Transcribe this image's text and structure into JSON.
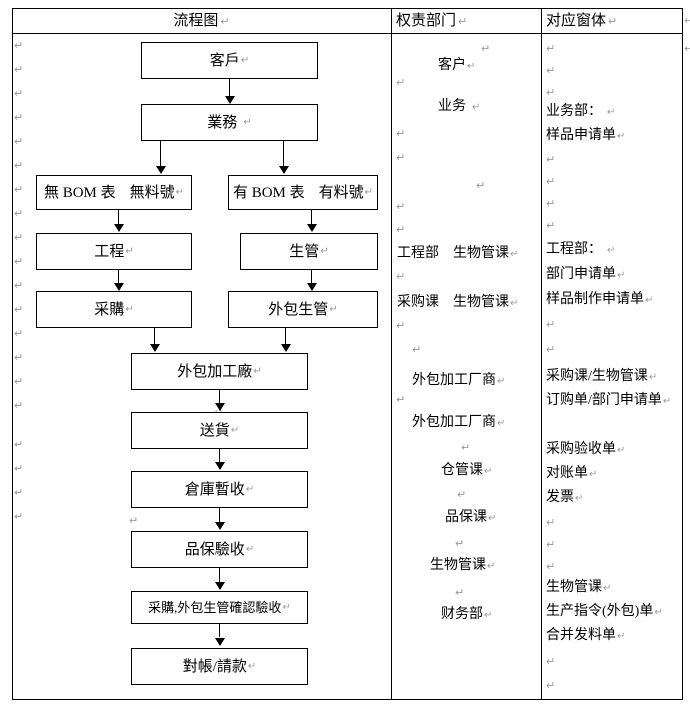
{
  "document": {
    "title": "流程圖",
    "return_mark": "↵"
  },
  "table": {
    "headers": [
      {
        "label": "流程图",
        "name": "header-flowchart"
      },
      {
        "label": "权责部门",
        "name": "header-department"
      },
      {
        "label": "对应窗体",
        "name": "header-form"
      }
    ]
  },
  "flowchart": {
    "nodes": [
      {
        "id": "customer",
        "label": "客戶"
      },
      {
        "id": "sales",
        "label": "業務"
      },
      {
        "id": "no-bom",
        "label": "無 BOM 表",
        "label2": "無料號"
      },
      {
        "id": "has-bom",
        "label": "有 BOM 表",
        "label2": "有料號"
      },
      {
        "id": "engineering",
        "label": "工程"
      },
      {
        "id": "production",
        "label": "生管"
      },
      {
        "id": "purchasing",
        "label": "采購"
      },
      {
        "id": "outsource-pc",
        "label": "外包生管"
      },
      {
        "id": "outsource-factory",
        "label": "外包加工廠"
      },
      {
        "id": "delivery",
        "label": "送貨"
      },
      {
        "id": "warehouse",
        "label": "倉庫暫收"
      },
      {
        "id": "qc-inspection",
        "label": "品保驗收"
      },
      {
        "id": "confirm",
        "label": "采購,外包生管確認驗收"
      },
      {
        "id": "billing",
        "label": "對帳/請款"
      }
    ]
  },
  "departments": [
    {
      "id": "dept-customer",
      "text": "客户"
    },
    {
      "id": "dept-sales",
      "text": "业务"
    },
    {
      "id": "dept-eng",
      "text": "工程部",
      "text2": "生物管课"
    },
    {
      "id": "dept-purchase",
      "text": "采购课",
      "text2": "生物管课"
    },
    {
      "id": "dept-vendor-1",
      "text": "外包加工厂商"
    },
    {
      "id": "dept-vendor-2",
      "text": "外包加工厂商"
    },
    {
      "id": "dept-warehouse",
      "text": "仓管课"
    },
    {
      "id": "dept-qc",
      "text": "品保课"
    },
    {
      "id": "dept-pmc",
      "text": "生物管课"
    },
    {
      "id": "dept-finance",
      "text": "财务部"
    }
  ],
  "forms": [
    {
      "id": "form-sales-title",
      "text": "业务部："
    },
    {
      "id": "form-sales-item",
      "text": "样品申请单"
    },
    {
      "id": "form-eng-title",
      "text": "工程部："
    },
    {
      "id": "form-eng-item1",
      "text": "部门申请单"
    },
    {
      "id": "form-eng-item2",
      "text": "样品制作申请单"
    },
    {
      "id": "form-purchase-title",
      "text": "采购课/生物管课"
    },
    {
      "id": "form-purchase-item1",
      "text": "订购单/部门申请单"
    },
    {
      "id": "form-purchase-item2",
      "text": "采购验收单"
    },
    {
      "id": "form-purchase-item3",
      "text": "对账单"
    },
    {
      "id": "form-purchase-item4",
      "text": "发票"
    },
    {
      "id": "form-pmc-title",
      "text": "生物管课"
    },
    {
      "id": "form-pmc-item1",
      "text": "生产指令(外包)单"
    },
    {
      "id": "form-pmc-item2",
      "text": "合并发料单"
    }
  ]
}
